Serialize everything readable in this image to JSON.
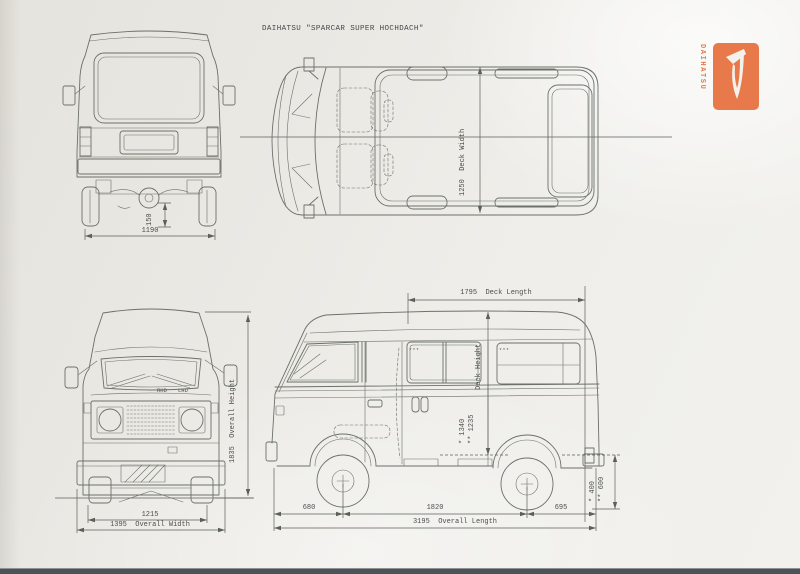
{
  "page": {
    "title": "DAIHATSU \"SPARCAR SUPER HOCHDACH\""
  },
  "logo": {
    "brand": "DAIHATSU",
    "color": "#e8794a"
  },
  "rear_view": {
    "dim_track": "1190",
    "dim_clearance": "150"
  },
  "top_view": {
    "dim_deck_width": "1250  Deck Width"
  },
  "front_view": {
    "label_rhd": "RHD",
    "label_lhd": "LHD",
    "dim_tread": "1215",
    "dim_overall_width": "1395  Overall Width",
    "dim_overall_height": "1835  Overall Height"
  },
  "side_view": {
    "dim_deck_length": "1795  Deck Length",
    "dim_deck_height_label": "Deck Height",
    "dim_deck_height_std": "* 1340",
    "dim_deck_height_high": "** 1235",
    "dim_floor_height_std": "* 400",
    "dim_floor_height_high": "** 600",
    "dim_front_overhang": "680",
    "dim_wheelbase": "1820",
    "dim_rear_overhang": "695",
    "dim_overall_length": "3195  Overall Length",
    "window_mark": "***"
  }
}
